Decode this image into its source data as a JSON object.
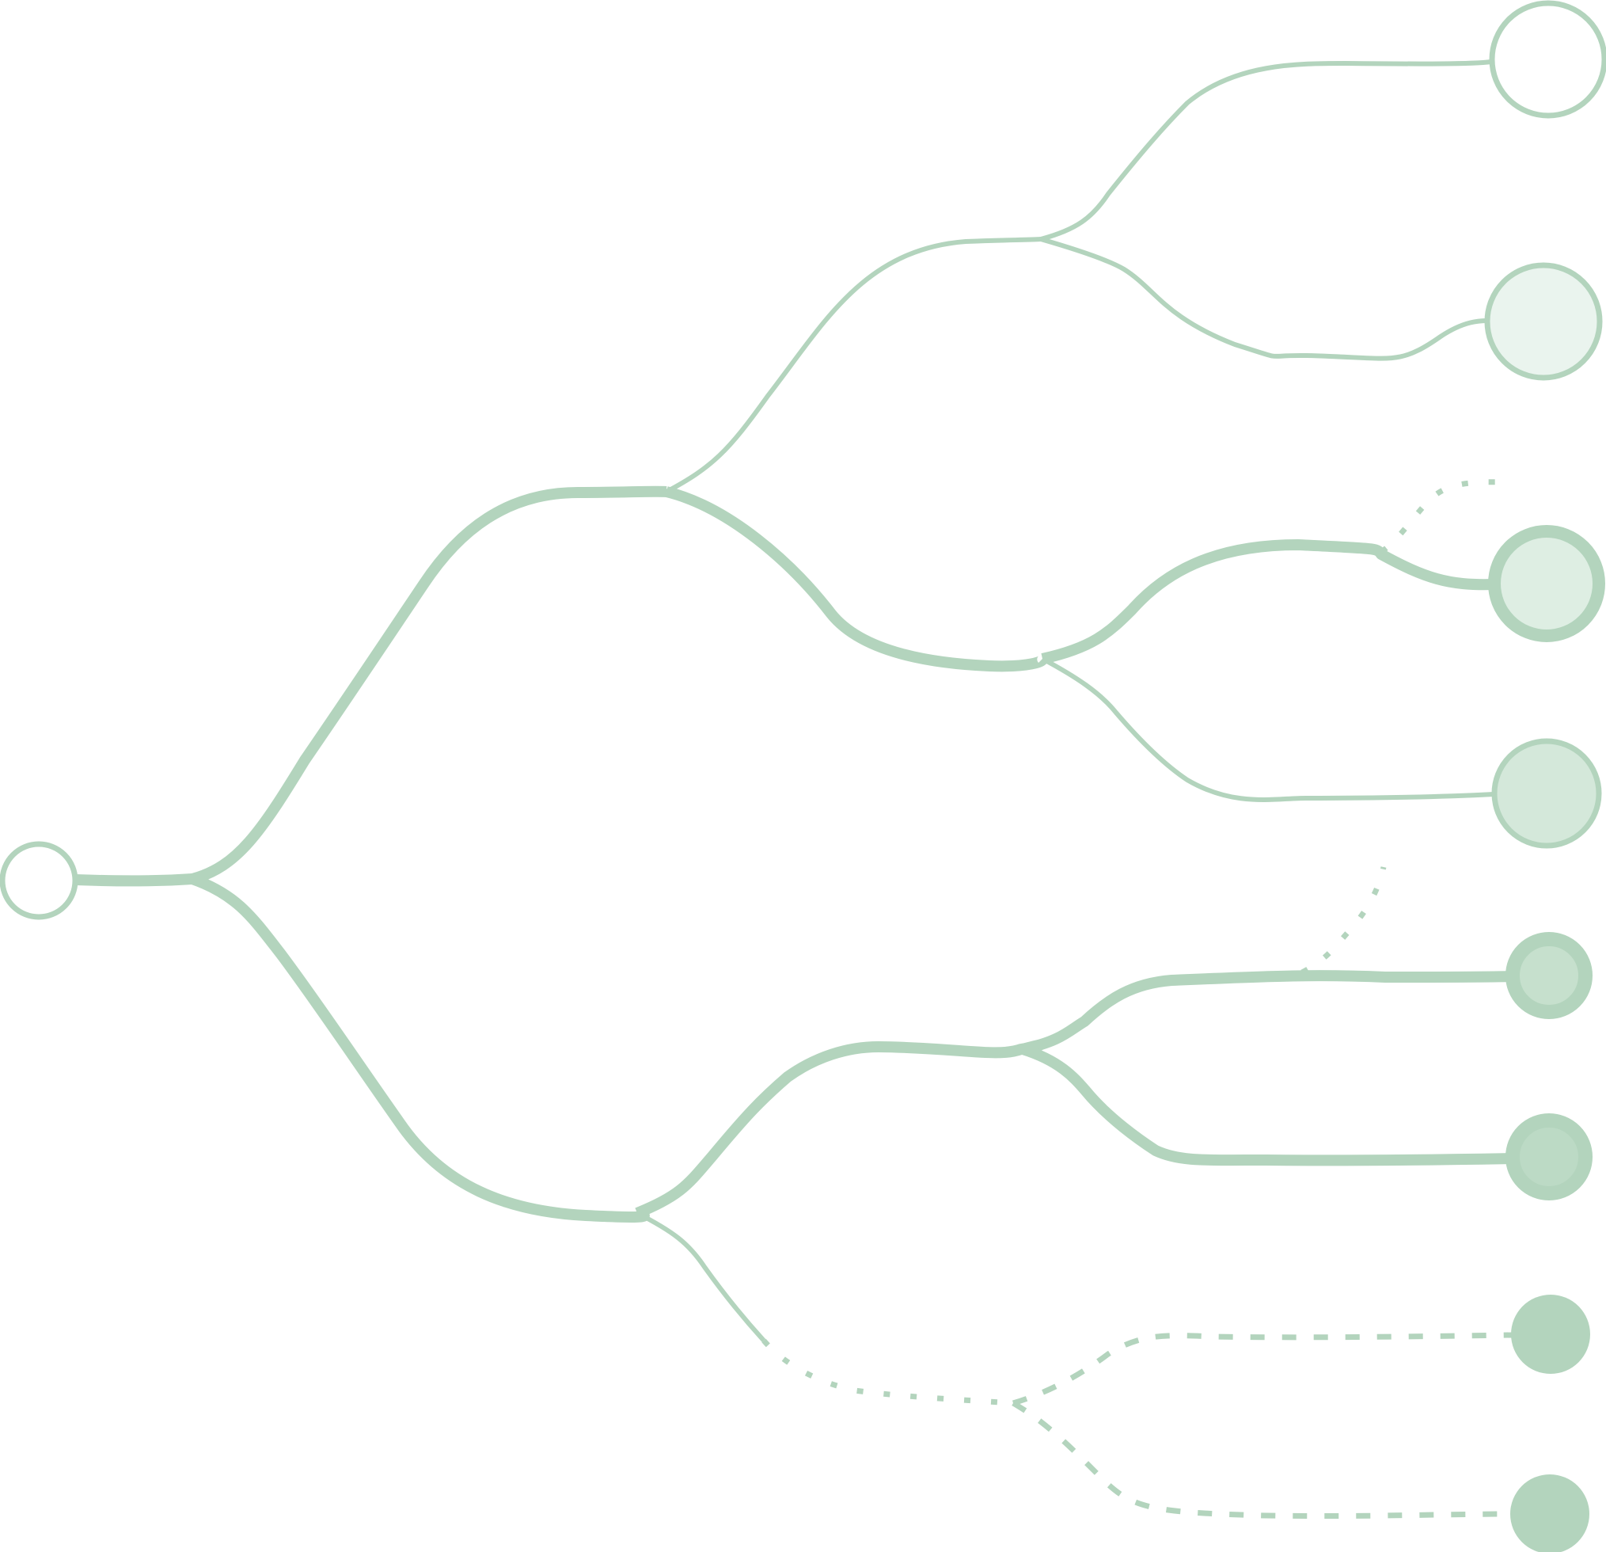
{
  "colors": {
    "stroke": "#b3d4bd",
    "leaf_fill_levels": [
      "#ffffff",
      "#eaf4ee",
      "#deeee3",
      "#d4e8da",
      "#c6e0cd",
      "#bcdac5",
      "#b3d4bd",
      "#b3d4bd"
    ],
    "leaf_ring": "#b3d4bd"
  },
  "tree": {
    "root": {
      "name": "root-node",
      "fill": "#ffffff"
    },
    "leaves": [
      {
        "name": "leaf-node-1",
        "fill": "#ffffff",
        "style": "outline"
      },
      {
        "name": "leaf-node-2",
        "fill": "#eaf4ee",
        "style": "outline"
      },
      {
        "name": "leaf-node-3",
        "fill": "#deeee3",
        "style": "thick-ring"
      },
      {
        "name": "leaf-node-4",
        "fill": "#d4e8da",
        "style": "outline"
      },
      {
        "name": "leaf-node-5",
        "fill": "#c6e0cd",
        "style": "thick-ring"
      },
      {
        "name": "leaf-node-6",
        "fill": "#bcdac5",
        "style": "thick-ring"
      },
      {
        "name": "leaf-node-7",
        "fill": "#b3d4bd",
        "style": "solid"
      },
      {
        "name": "leaf-node-8",
        "fill": "#b3d4bd",
        "style": "solid"
      }
    ]
  }
}
